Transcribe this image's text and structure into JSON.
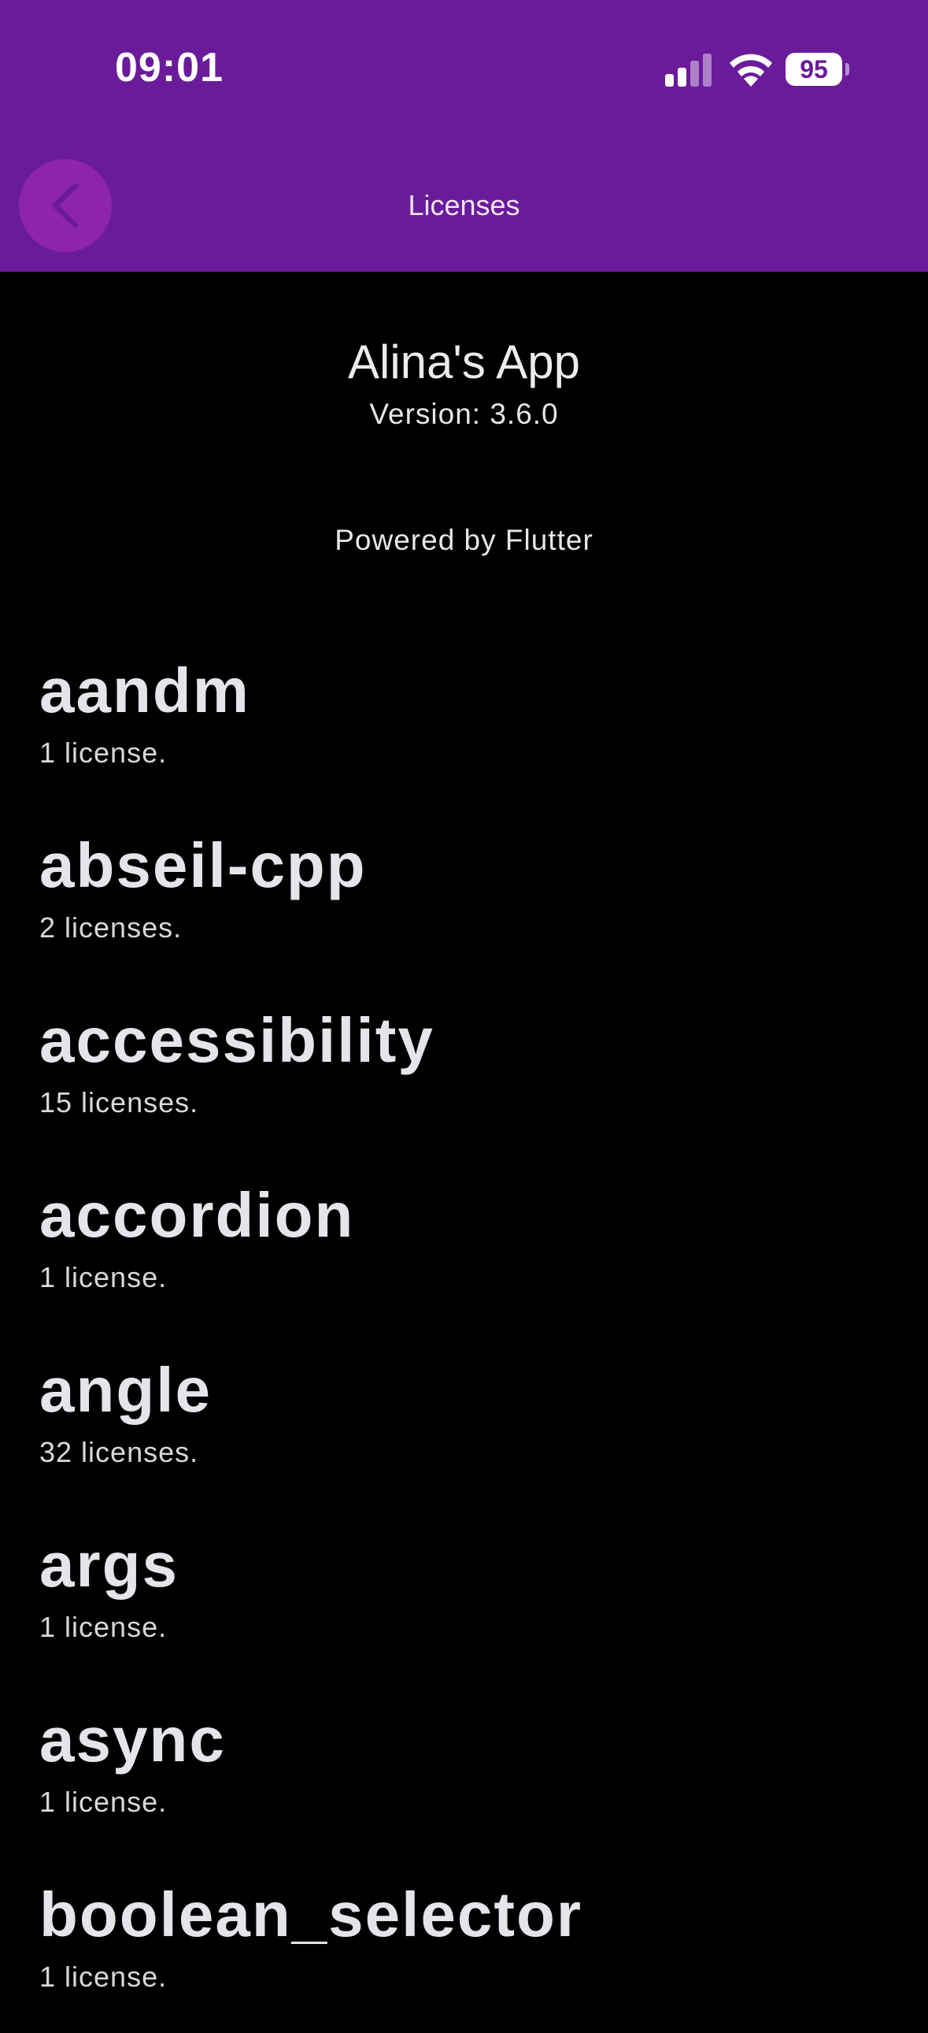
{
  "status_bar": {
    "time": "09:01",
    "battery": "95",
    "icons": [
      "cellular-signal-icon",
      "wifi-icon",
      "battery-icon"
    ]
  },
  "app_bar": {
    "title": "Licenses",
    "back_icon": "chevron-left-icon",
    "color": "#6a1b9a",
    "back_button_color": "#8e24aa"
  },
  "about": {
    "app_name": "Alina's App",
    "version": "Version: 3.6.0",
    "powered_by": "Powered by Flutter"
  },
  "packages": [
    {
      "name": "aandm",
      "count": "1 license."
    },
    {
      "name": "abseil-cpp",
      "count": "2 licenses."
    },
    {
      "name": "accessibility",
      "count": "15 licenses."
    },
    {
      "name": "accordion",
      "count": "1 license."
    },
    {
      "name": "angle",
      "count": "32 licenses."
    },
    {
      "name": "args",
      "count": "1 license."
    },
    {
      "name": "async",
      "count": "1 license."
    },
    {
      "name": "boolean_selector",
      "count": "1 license."
    }
  ]
}
